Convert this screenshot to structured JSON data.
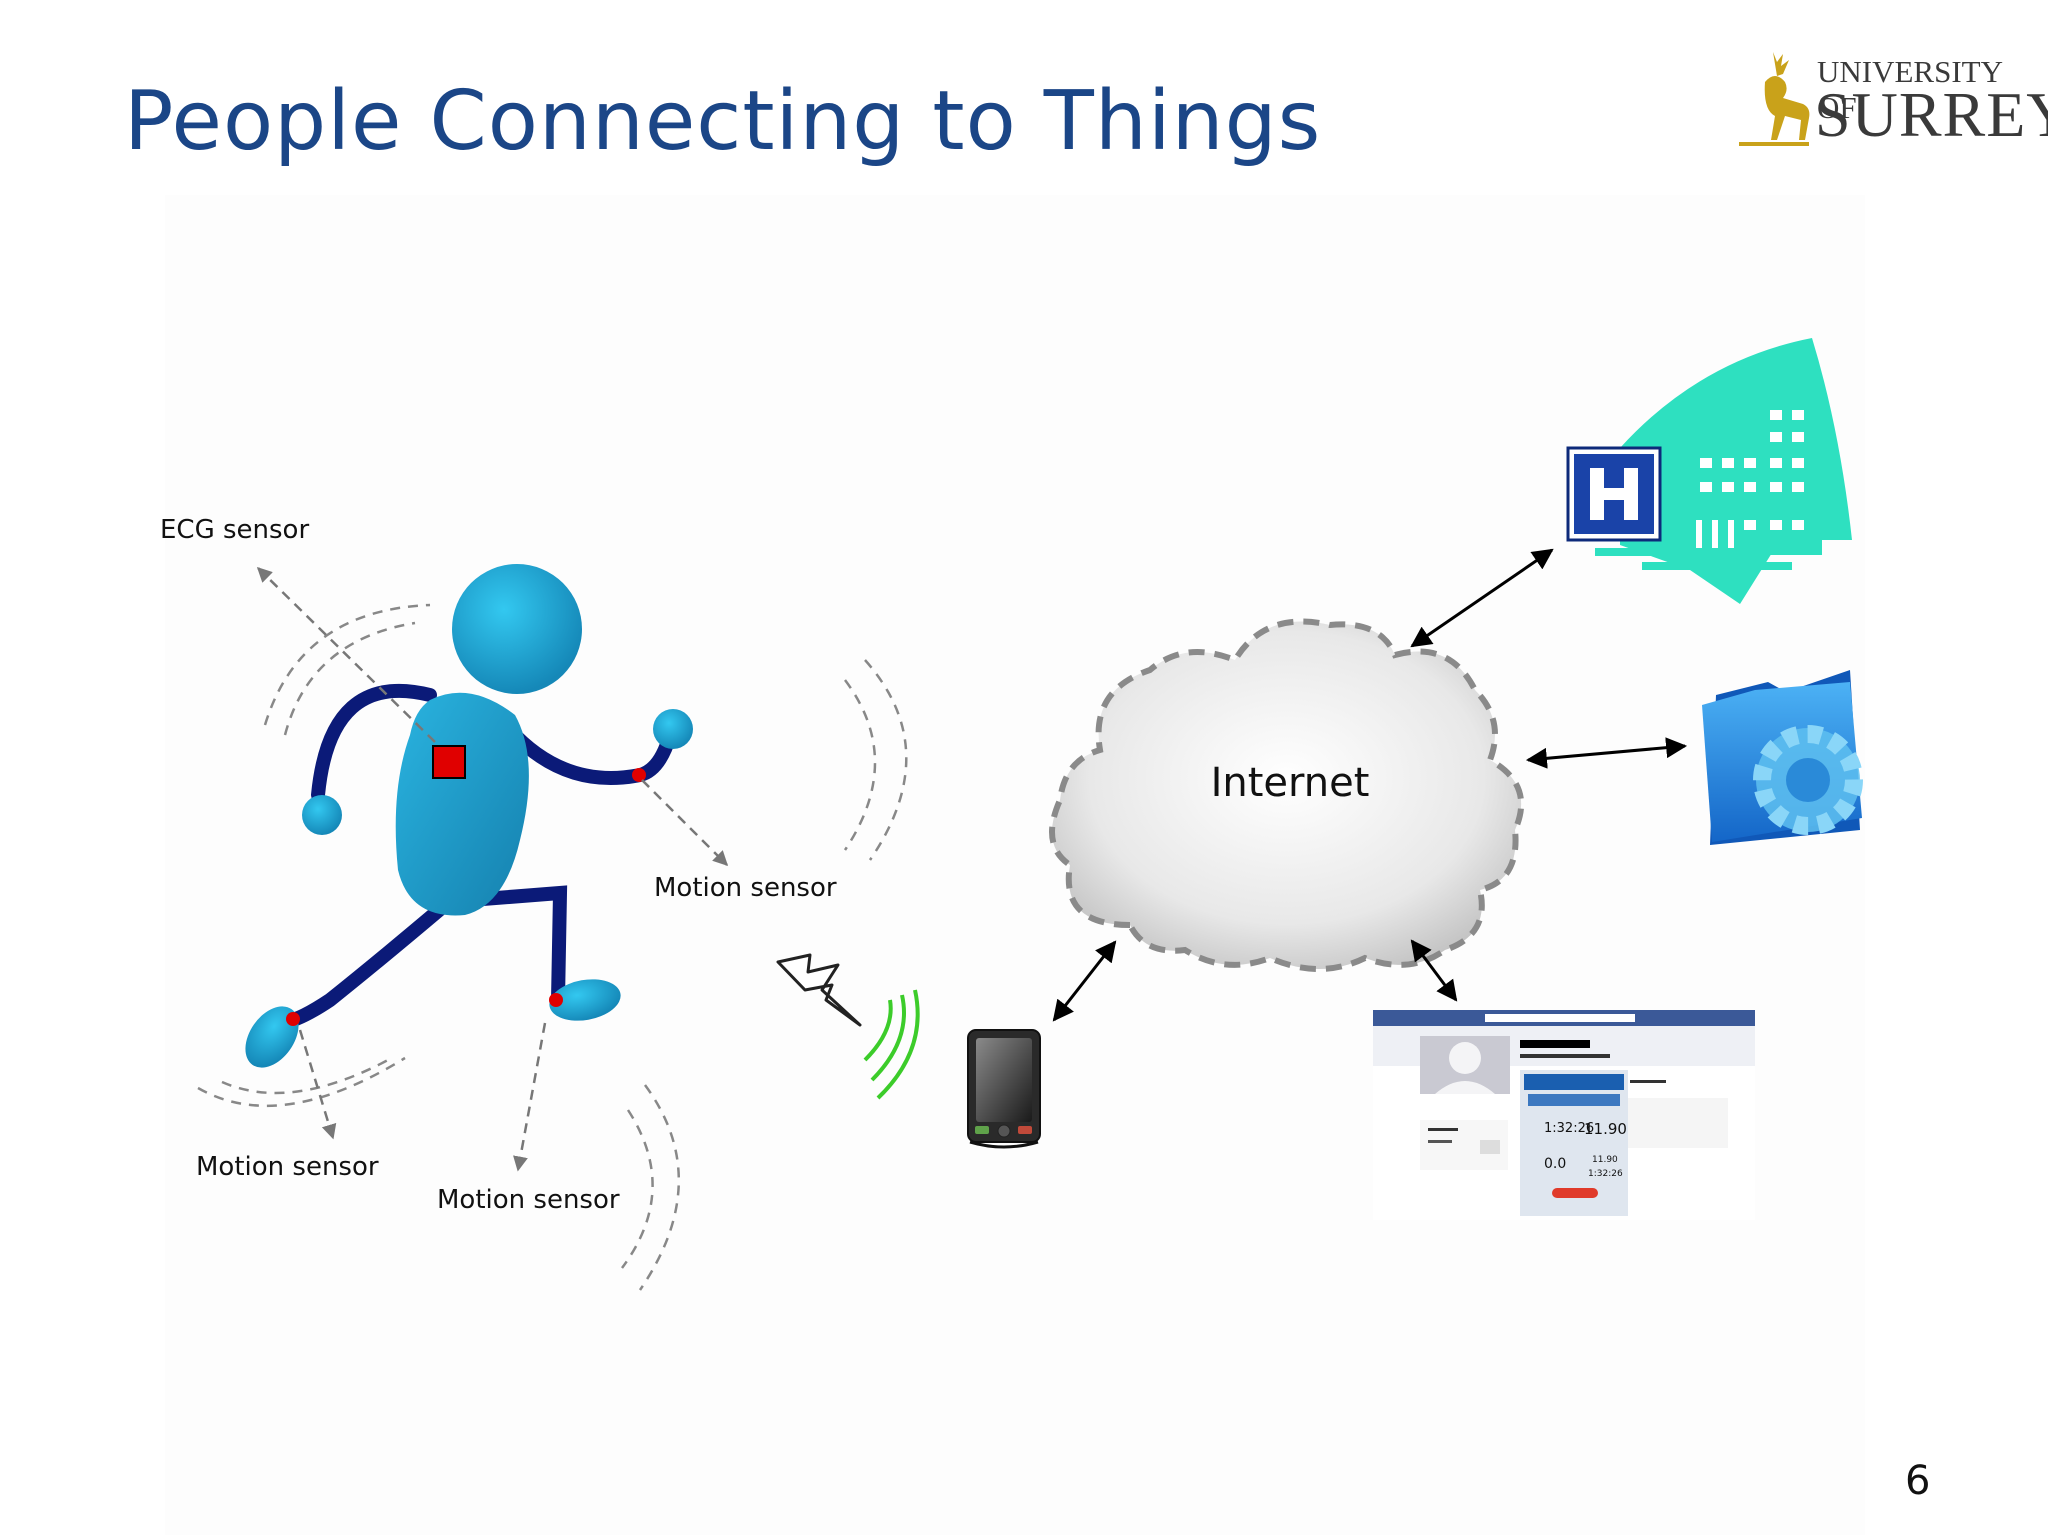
{
  "slide": {
    "title": "People Connecting to Things",
    "page_number": "6"
  },
  "logo": {
    "line1": "UNIVERSITY OF",
    "line2": "SURREY"
  },
  "labels": {
    "ecg_sensor": "ECG sensor",
    "motion_sensor_arm": "Motion sensor",
    "motion_sensor_left_foot": "Motion sensor",
    "motion_sensor_right_foot": "Motion sensor",
    "internet": "Internet"
  },
  "social_panel": {
    "time_a": "1:32:26",
    "distance": "11.90",
    "speed": "0.0",
    "small_a": "11.90",
    "small_b": "1:32:26"
  },
  "colors": {
    "title": "#1b4687",
    "figure_body": "#1ea0cc",
    "figure_limbs": "#0b1a78",
    "ecg_sensor": "#e00000",
    "hospital": "#2ee0c0",
    "hospital_h": "#1a43a8",
    "wireless": "#3ccc2a",
    "arrow": "#000000",
    "dashed": "#777777"
  },
  "icons": [
    "running-person-icon",
    "hospital-icon",
    "folder-gear-icon",
    "pda-icon",
    "cloud-icon",
    "lightning-icon",
    "stag-logo-icon"
  ]
}
